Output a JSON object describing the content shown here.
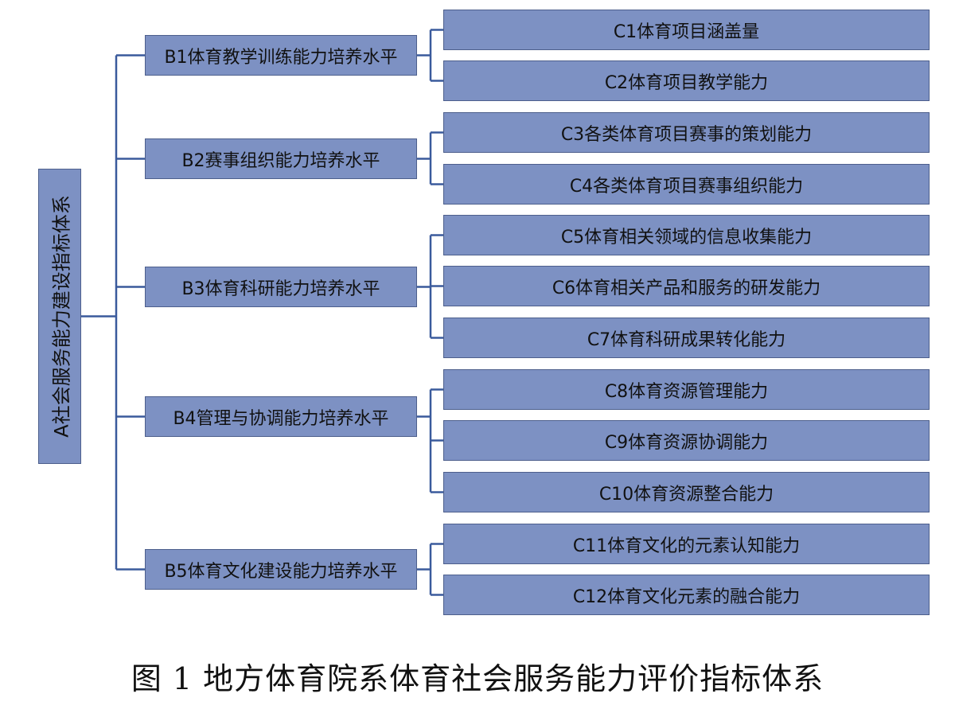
{
  "root": {
    "label": "A社会服务能力建设指标体系"
  },
  "groups": [
    {
      "label": "B1体育教学训练能力培养水平",
      "children": [
        "C1体育项目涵盖量",
        "C2体育项目教学能力"
      ]
    },
    {
      "label": "B2赛事组织能力培养水平",
      "children": [
        "C3各类体育项目赛事的策划能力",
        "C4各类体育项目赛事组织能力"
      ]
    },
    {
      "label": "B3体育科研能力培养水平",
      "children": [
        "C5体育相关领域的信息收集能力",
        "C6体育相关产品和服务的研发能力",
        "C7体育科研成果转化能力"
      ]
    },
    {
      "label": "B4管理与协调能力培养水平",
      "children": [
        "C8体育资源管理能力",
        "C9体育资源协调能力",
        "C10体育资源整合能力"
      ]
    },
    {
      "label": "B5体育文化建设能力培养水平",
      "children": [
        "C11体育文化的元素认知能力",
        "C12体育文化元素的融合能力"
      ]
    }
  ],
  "caption": "图 1 地方体育院系体育社会服务能力评价指标体系",
  "colors": {
    "node_fill": "#7d91c3",
    "node_border": "#4d5f8c",
    "connector": "#3a5a9c"
  }
}
